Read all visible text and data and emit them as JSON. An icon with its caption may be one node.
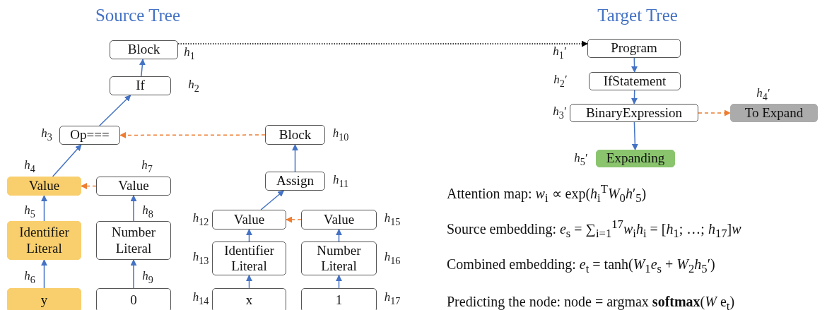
{
  "diagram": {
    "nodes": [
      {
        "text": [
          "Block"
        ],
        "beside": [
          "*h*$_{1}$"
        ]
      },
      {
        "text": [
          "If"
        ],
        "beside": [
          "*h*$_{2}$"
        ]
      },
      {
        "text": [
          "Op==="
        ],
        "beside": [
          "*h*$_{3}$"
        ]
      },
      {
        "text": [
          "Value"
        ],
        "beside": [
          "*h*$_{4}$"
        ]
      },
      {
        "text": [
          "Identifier Literal"
        ],
        "beside": [
          "*h*$_{5}$"
        ]
      },
      {
        "text": [
          "y"
        ],
        "beside": [
          "*h*$_{6}$"
        ]
      },
      {
        "text": [
          "Value"
        ],
        "beside": [
          "*h*$_{7}$"
        ]
      },
      {
        "text": [
          "Number Literal"
        ],
        "beside": [
          "*h*$_{8}$"
        ]
      },
      {
        "text": [
          "0"
        ],
        "beside": [
          "*h*$_{9}$"
        ]
      },
      {
        "text": [
          "Block"
        ],
        "beside": [
          "*h*$_{10}$"
        ]
      },
      {
        "text": [
          "Assign"
        ],
        "beside": [
          "*h*$_{11}$"
        ]
      },
      {
        "text": [
          "Value"
        ],
        "beside": [
          "*h*$_{12}$"
        ]
      },
      {
        "text": [
          "Identifier Literal"
        ],
        "beside": [
          "*h*$_{13}$"
        ]
      },
      {
        "text": [
          "x"
        ],
        "beside": [
          "*h*$_{14}$"
        ]
      },
      {
        "text": [
          "Value"
        ],
        "beside": [
          "*h*$_{15}$"
        ]
      },
      {
        "text": [
          "Number Literal"
        ],
        "beside": [
          "*h*$_{16}$"
        ]
      },
      {
        "text": [
          "1"
        ],
        "beside": [
          "*h*$_{17}$"
        ]
      },
      {
        "text": [
          "Program"
        ],
        "beside": [
          "*h*$_{1}$′"
        ]
      },
      {
        "text": [
          "IfStatement"
        ],
        "beside": [
          "*h*$_{2}$′"
        ]
      },
      {
        "text": [
          "BinaryExpression"
        ],
        "beside": [
          "*h*$_{3}$′"
        ]
      },
      {
        "text": [
          "To Expand"
        ],
        "beside": [
          "*h*$_{4}$′"
        ]
      },
      {
        "text": [
          "Expanding"
        ],
        "beside": [
          "*h*$_{5}$′"
        ]
      }
    ],
    "edges": [
      {
        "from": 1,
        "to": 0,
        "arrow": "to"
      },
      {
        "from": 2,
        "to": 1,
        "arrow": "to"
      },
      {
        "from": 3,
        "to": 2,
        "arrow": "to"
      },
      {
        "from": 4,
        "to": 3,
        "arrow": "to"
      },
      {
        "from": 5,
        "to": 4,
        "arrow": "to"
      },
      {
        "from": 7,
        "to": 6,
        "arrow": "to"
      },
      {
        "from": 8,
        "to": 7,
        "arrow": "to"
      },
      {
        "from": 10,
        "to": 9,
        "arrow": "to"
      },
      {
        "from": 11,
        "to": 10,
        "arrow": "to"
      },
      {
        "from": 12,
        "to": 11,
        "arrow": "to"
      },
      {
        "from": 13,
        "to": 12,
        "arrow": "to"
      },
      {
        "from": 15,
        "to": 14,
        "arrow": "to"
      },
      {
        "from": 16,
        "to": 15,
        "arrow": "to"
      },
      {
        "from": 9,
        "to": 2,
        "arrow": "to",
        "style": "dashed",
        "color": "#ed7d31"
      },
      {
        "from": 6,
        "to": 3,
        "arrow": "to",
        "style": "dashed",
        "color": "#ed7d31"
      },
      {
        "from": 14,
        "to": 11,
        "arrow": "to",
        "style": "dashed",
        "color": "#ed7d31"
      },
      {
        "from": 0,
        "to": 17,
        "arrow": "to",
        "style": "dashed",
        "color": "#000000"
      },
      {
        "from": 17,
        "to": 18,
        "arrow": "to"
      },
      {
        "from": 18,
        "to": 19,
        "arrow": "to"
      },
      {
        "from": 19,
        "to": 21,
        "arrow": "to"
      },
      {
        "from": 19,
        "to": 20,
        "arrow": "to",
        "style": "dashed",
        "color": "#ed7d31"
      }
    ],
    "labels": [
      "Source Tree",
      "Target Tree",
      "Attention map: *w*$_{i}$ ∝ exp(*h*$_{i}$$^{T}$*W*$_{0}$*h*′$_{5}$)",
      "Source embedding: *e*$_{s}$ = ∑$_{i=1}$$^{17}$*w*$_{i}$*h*$_{i}$ = [*h*$_{1}$; …; *h*$_{17}$]*w*",
      "Combined embedding: *e*$_{t}$ = tanh(*W*$_{1}$*e*$_{s}$ + *W*$_{2}$*h*$_{5}$′)",
      "Predicting the node: node = argmax **softmax**(*W* e$_{t}$)"
    ]
  }
}
